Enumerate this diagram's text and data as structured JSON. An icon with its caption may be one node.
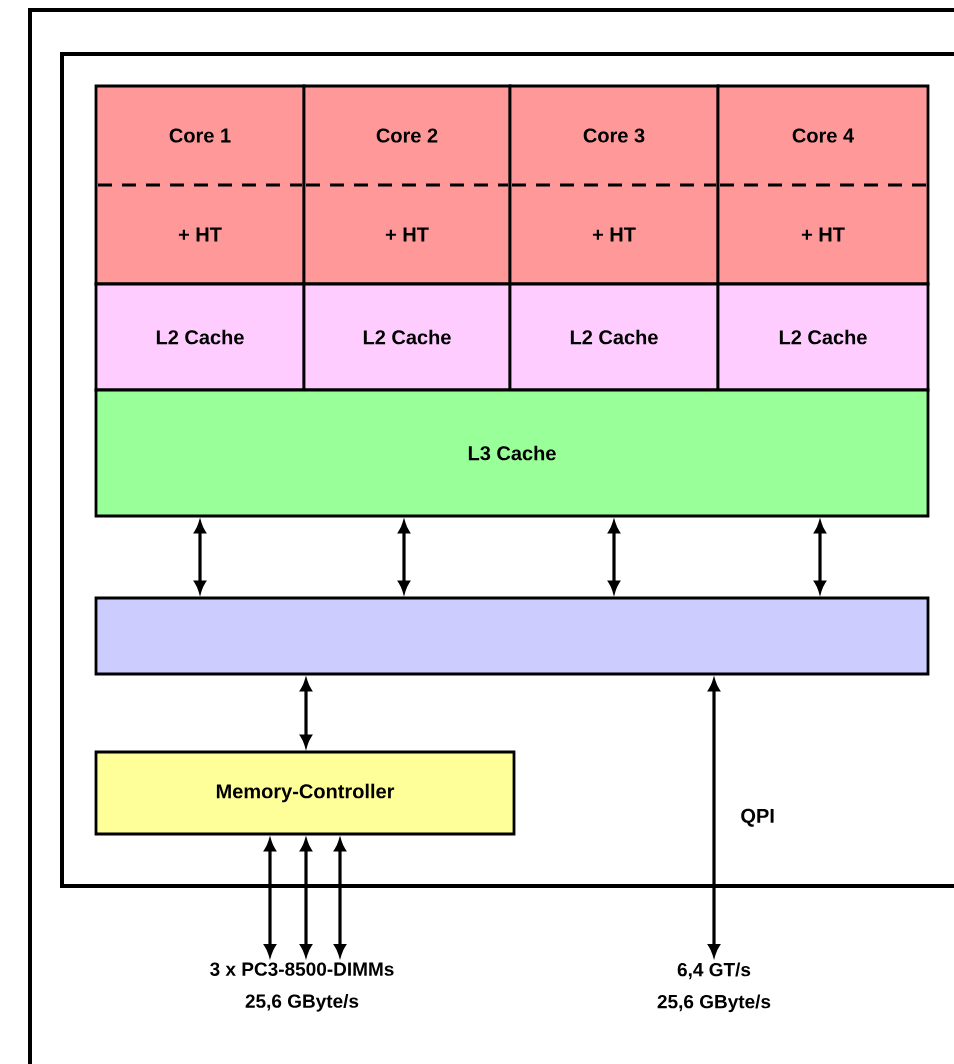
{
  "diagram": {
    "nodes": [
      {
        "text": [],
        "shape": "box"
      },
      {
        "text": [
          "Core 1",
          "+ HT"
        ],
        "in": 0
      },
      {
        "text": [
          "Core 2",
          "+ HT"
        ],
        "in": 0
      },
      {
        "text": [
          "Core 3",
          "+ HT"
        ],
        "in": 0
      },
      {
        "text": [
          "Core 4",
          "+ HT"
        ],
        "in": 0
      },
      {
        "text": [
          "L2 Cache"
        ],
        "in": 0
      },
      {
        "text": [
          "L2 Cache"
        ],
        "in": 0
      },
      {
        "text": [
          "L2 Cache"
        ],
        "in": 0
      },
      {
        "text": [
          "L2 Cache"
        ],
        "in": 0
      },
      {
        "text": [
          "L3 Cache"
        ],
        "in": 0
      },
      {
        "text": [],
        "shape": "bar",
        "in": 0
      },
      {
        "text": [
          "Memory-Controller"
        ],
        "in": 0
      },
      {
        "text": [
          "3 x PC3-8500-DIMMs",
          "25,6 GByte/s"
        ]
      },
      {
        "text": [
          "6,4 GT/s",
          "25,6 GByte/s"
        ]
      }
    ],
    "edges": [
      {
        "from": 9,
        "to": 10,
        "arrow": "both"
      },
      {
        "from": 9,
        "to": 10,
        "arrow": "both"
      },
      {
        "from": 9,
        "to": 10,
        "arrow": "both"
      },
      {
        "from": 9,
        "to": 10,
        "arrow": "both"
      },
      {
        "from": 10,
        "to": 11,
        "arrow": "both"
      },
      {
        "from": 11,
        "to": 12,
        "arrow": "both"
      },
      {
        "from": 11,
        "to": 12,
        "arrow": "both"
      },
      {
        "from": 11,
        "to": 12,
        "arrow": "both"
      },
      {
        "from": 10,
        "to": 13,
        "arrow": "both",
        "label": "QPI"
      }
    ]
  }
}
